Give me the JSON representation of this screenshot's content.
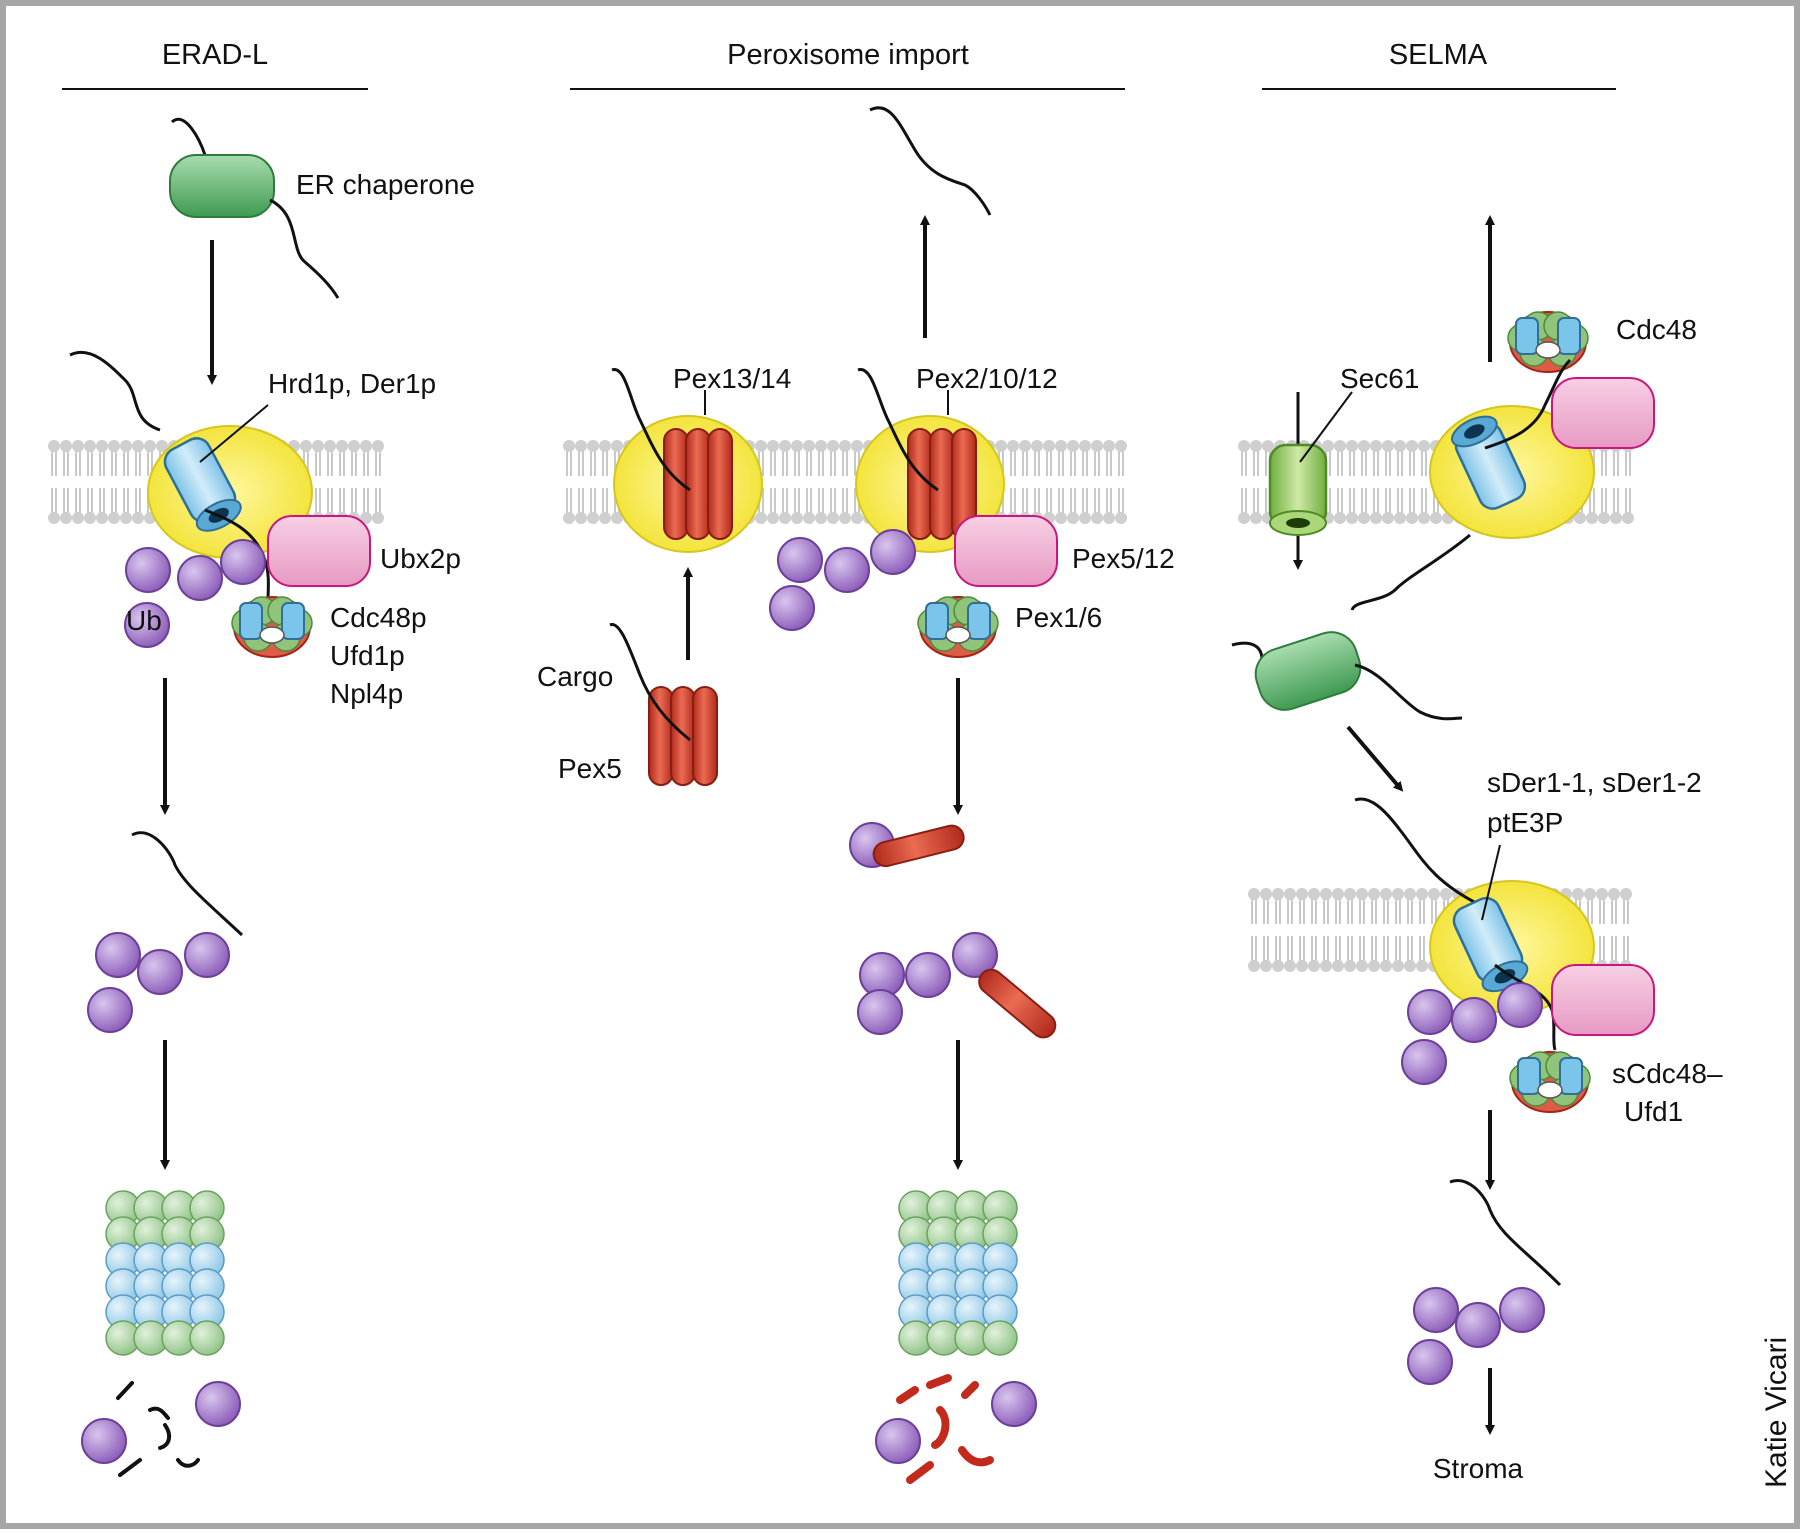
{
  "panels": {
    "erad": {
      "title": "ERAD-L",
      "labels": {
        "chaperone": "ER chaperone",
        "hrd": "Hrd1p, Der1p",
        "ubx": "Ubx2p",
        "ub": "Ub",
        "cdc48": "Cdc48p",
        "ufd1": "Ufd1p",
        "npl4": "Npl4p"
      }
    },
    "perox": {
      "title": "Peroxisome import",
      "labels": {
        "pex1314": "Pex13/14",
        "pex21012": "Pex2/10/12",
        "pex512": "Pex5/12",
        "pex16": "Pex1/6",
        "cargo": "Cargo",
        "pex5": "Pex5"
      }
    },
    "selma": {
      "title": "SELMA",
      "labels": {
        "sec61": "Sec61",
        "cdc48": "Cdc48",
        "sder": "sDer1-1, sDer1-2",
        "pte3p": "ptE3P",
        "scdc48": "sCdc48–",
        "ufd1": "Ufd1",
        "stroma": "Stroma"
      }
    }
  },
  "credit": "Katie Vicari",
  "colors": {
    "frame": "#a6a6a6",
    "ubiquitin": "#9b6cc4",
    "chaperone": "#46a05a",
    "ubx": "#e8a2c8",
    "channel": "#9fd3ee",
    "pex_channel": "#cc3b2c",
    "yellow_halo": "#f5ea55",
    "proteasome_green": "#a8d3a0",
    "proteasome_blue": "#aed7ef",
    "sec61": "#8cc65a"
  }
}
